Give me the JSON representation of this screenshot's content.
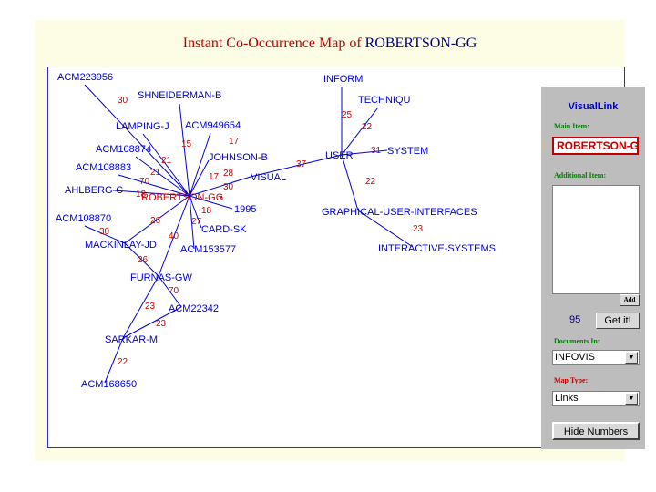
{
  "title": {
    "prefix": "Instant Co-Occurrence Map of ",
    "name": "ROBERTSON-GG"
  },
  "sidebar": {
    "heading": "VisualLink",
    "main_item_label": "Main Item:",
    "main_item_value": "ROBERTSON-G",
    "additional_label": "Additional Item:",
    "add_button": "Add",
    "count": "95",
    "get_button": "Get it!",
    "documents_label": "Documents In:",
    "documents_value": "INFOVIS",
    "maptype_label": "Map Type:",
    "maptype_value": "Links",
    "hide_button": "Hide Numbers",
    "arrow_glyph": "▼"
  },
  "map": {
    "node_color": "#0000cc",
    "center_color": "#cc0000",
    "weight_color": "#cc0000",
    "line_color": "#0000cc",
    "nodes": [
      {
        "id": "n1",
        "label": "ACM223956"
      },
      {
        "id": "n2",
        "label": "SHNEIDERMAN-B"
      },
      {
        "id": "n3",
        "label": "LAMPING-J"
      },
      {
        "id": "n4",
        "label": "ACM949654"
      },
      {
        "id": "n5",
        "label": "ACM108874"
      },
      {
        "id": "n6",
        "label": "JOHNSON-B"
      },
      {
        "id": "n7",
        "label": "ACM108883"
      },
      {
        "id": "n8",
        "label": "VISUAL"
      },
      {
        "id": "n9",
        "label": "AHLBERG-C"
      },
      {
        "id": "n10",
        "label": "ROBERTSON-GG",
        "center": true
      },
      {
        "id": "n11",
        "label": "1995"
      },
      {
        "id": "n12",
        "label": "ACM108870"
      },
      {
        "id": "n13",
        "label": "CARD-SK"
      },
      {
        "id": "n14",
        "label": "MACKINLAY-JD"
      },
      {
        "id": "n15",
        "label": "ACM153577"
      },
      {
        "id": "n16",
        "label": "FURNAS-GW"
      },
      {
        "id": "n17",
        "label": "ACM22342"
      },
      {
        "id": "n18",
        "label": "SARKAR-M"
      },
      {
        "id": "n19",
        "label": "ACM168650"
      },
      {
        "id": "n20",
        "label": "INFORM"
      },
      {
        "id": "n21",
        "label": "TECHNIQU"
      },
      {
        "id": "n22",
        "label": "USER"
      },
      {
        "id": "n23",
        "label": "SYSTEM"
      },
      {
        "id": "n24",
        "label": "GRAPHICAL-USER-INTERFACES"
      },
      {
        "id": "n25",
        "label": "INTERACTIVE-SYSTEMS"
      }
    ],
    "edges": [
      {
        "from": "n10",
        "to": "n1",
        "weight": "30"
      },
      {
        "from": "n10",
        "to": "n2",
        "weight": "15"
      },
      {
        "from": "n10",
        "to": "n3",
        "weight": "21"
      },
      {
        "from": "n10",
        "to": "n4",
        "weight": "17"
      },
      {
        "from": "n10",
        "to": "n5",
        "weight": "21"
      },
      {
        "from": "n10",
        "to": "n6",
        "weight": "28"
      },
      {
        "from": "n10",
        "to": "n7",
        "weight": "70"
      },
      {
        "from": "n10",
        "to": "n8",
        "weight": "17"
      },
      {
        "from": "n10",
        "to": "n9",
        "weight": "18"
      },
      {
        "from": "n10",
        "to": "n11",
        "weight": "30"
      },
      {
        "from": "n10",
        "to": "n13",
        "weight": "18"
      },
      {
        "from": "n10",
        "to": "n15",
        "weight": "27"
      },
      {
        "from": "n10",
        "to": "n14",
        "weight": "26"
      },
      {
        "from": "n10",
        "to": "n16",
        "weight": "40"
      },
      {
        "from": "n14",
        "to": "n12",
        "weight": "30"
      },
      {
        "from": "n14",
        "to": "n16",
        "weight": "26"
      },
      {
        "from": "n16",
        "to": "n17",
        "weight": "70"
      },
      {
        "from": "n16",
        "to": "n18",
        "weight": "23"
      },
      {
        "from": "n17",
        "to": "n18",
        "weight": "23"
      },
      {
        "from": "n18",
        "to": "n19",
        "weight": "22"
      },
      {
        "from": "n8",
        "to": "n22",
        "weight": "37"
      },
      {
        "from": "n22",
        "to": "n20",
        "weight": "25"
      },
      {
        "from": "n22",
        "to": "n21",
        "weight": "22"
      },
      {
        "from": "n22",
        "to": "n23",
        "weight": "31"
      },
      {
        "from": "n22",
        "to": "n24",
        "weight": "22"
      },
      {
        "from": "n24",
        "to": "n25",
        "weight": "23"
      }
    ],
    "extra_weights": [
      "7"
    ]
  }
}
